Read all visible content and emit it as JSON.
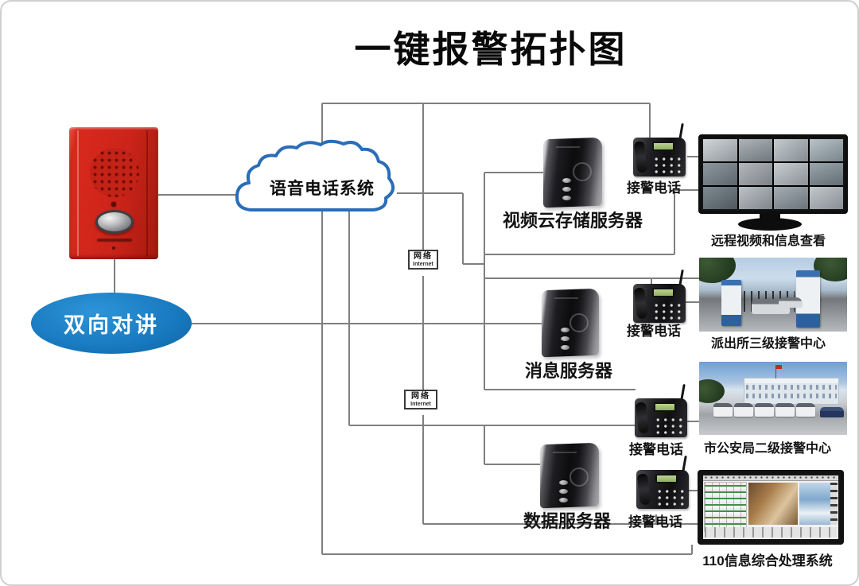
{
  "title": "一键报警拓扑图",
  "colors": {
    "device_red": "#cc2419",
    "intercom_blue": "#1778be",
    "cloud_outline": "#2a6db8",
    "line_gray": "#7f7f7f",
    "label_color": "#141414"
  },
  "intercom": {
    "label": "双向对讲"
  },
  "cloud": {
    "label": "语音电话系统"
  },
  "network_labels": [
    {
      "zh": "网络",
      "en": "Internet"
    },
    {
      "zh": "网络",
      "en": "Internet"
    }
  ],
  "servers": [
    {
      "label": "视频云存储服务器"
    },
    {
      "label": "消息服务器"
    },
    {
      "label": "数据服务器"
    }
  ],
  "phones": [
    {
      "label": "接警电话"
    },
    {
      "label": "接警电话"
    },
    {
      "label": "接警电话"
    },
    {
      "label": "接警电话"
    }
  ],
  "endpoints": [
    {
      "label": "远程视频和信息查看"
    },
    {
      "label": "派出所三级接警中心"
    },
    {
      "label": "市公安局二级接警中心"
    },
    {
      "label": "110信息综合处理系统"
    }
  ]
}
